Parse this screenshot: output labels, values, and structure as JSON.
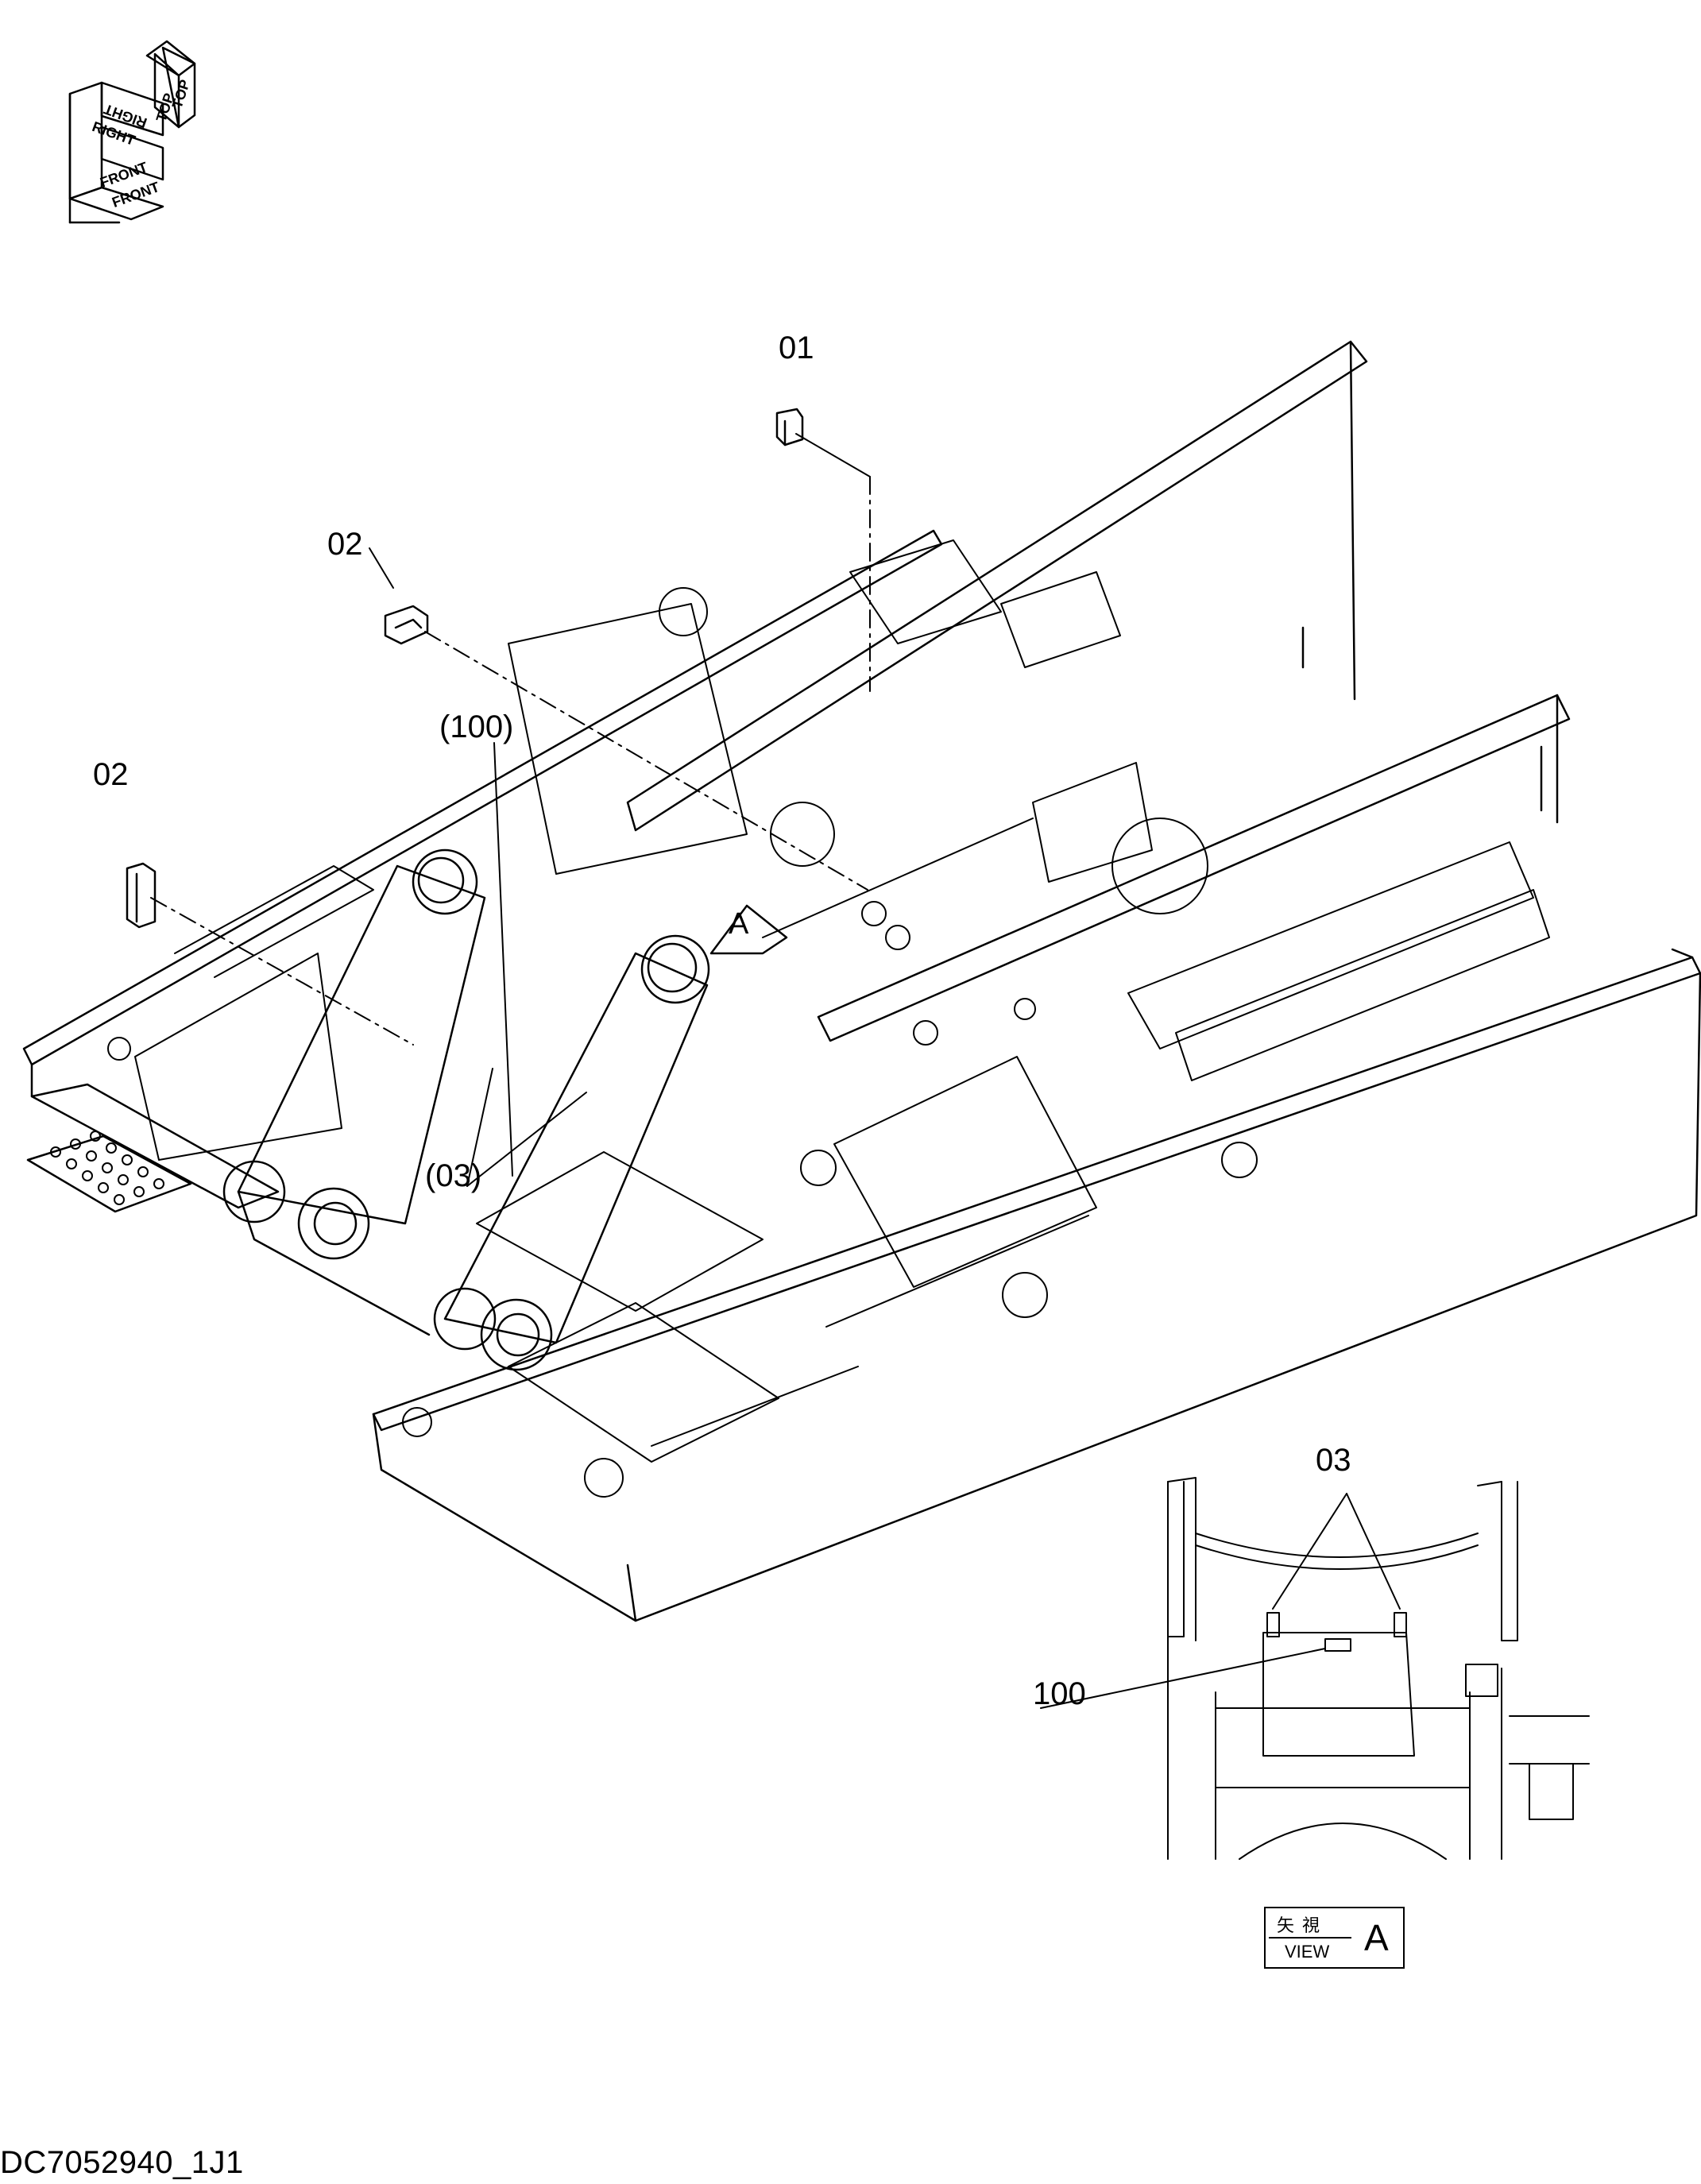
{
  "callouts": {
    "part_01": "01",
    "part_02_a": "02",
    "part_02_b": "02",
    "part_100_paren": "(100)",
    "part_03_paren": "(03)",
    "view_marker": "A",
    "detail_03": "03",
    "detail_100": "100"
  },
  "orientation": {
    "top_a": "TOP",
    "top_b": "TOP",
    "right_a": "RIGHT",
    "right_b": "RIGHT",
    "front_a": "FRONT",
    "front_b": "FRONT"
  },
  "view_label": {
    "kanji": "矢視",
    "view": "VIEW",
    "letter": "A"
  },
  "document_id": "DC7052940_1J1"
}
